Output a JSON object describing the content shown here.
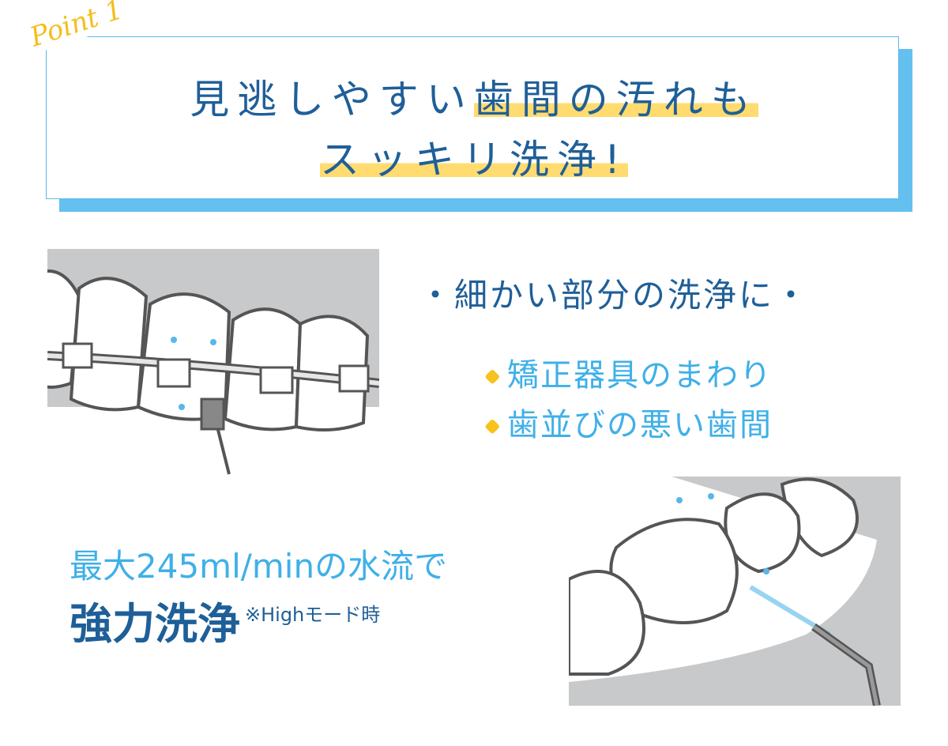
{
  "header": {
    "point_label": "Point 1",
    "title_line1_pre": "見逃しやすい",
    "title_line1_hl": "歯間の汚れも",
    "title_line2_hl": "スッキリ洗浄!"
  },
  "features": {
    "heading": "・細かい部分の洗浄に・",
    "bullets": [
      "矯正器具のまわり",
      "歯並びの悪い歯間"
    ]
  },
  "flow": {
    "line1": "最大245ml/minの水流で",
    "line2": "強力洗浄",
    "note": "※Highモード時"
  },
  "colors": {
    "dark_blue": "#1f5f98",
    "light_blue": "#3fb0e8",
    "yellow": "#ffdb70",
    "accent_shadow": "#64c0ef"
  }
}
